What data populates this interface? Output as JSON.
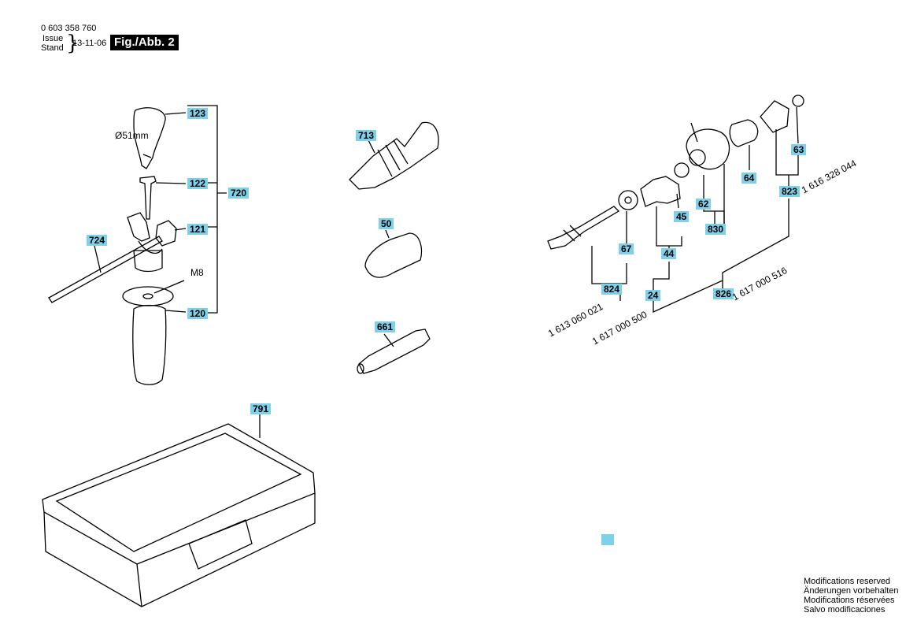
{
  "header": {
    "part_number": "0 603 358 760",
    "issue_label": "Issue",
    "stand_label": "Stand",
    "date": "13-11-06",
    "figure": "Fig./Abb. 2"
  },
  "callouts": {
    "c123": "123",
    "c122": "122",
    "c121": "121",
    "c120": "120",
    "c720": "720",
    "c724": "724",
    "c713": "713",
    "c50": "50",
    "c661": "661",
    "c791": "791",
    "c63": "63",
    "c823": "823",
    "c64": "64",
    "c62": "62",
    "c830": "830",
    "c45": "45",
    "c44": "44",
    "c67": "67",
    "c824": "824",
    "c24": "24",
    "c826": "826"
  },
  "annotations": {
    "diameter": "Ø51mm",
    "thread": "M8"
  },
  "part_numbers": {
    "pn_823": "1 616 328 044",
    "pn_824": "1 613 060 021",
    "pn_24": "1 617 000 500",
    "pn_826": "1 617 000 516"
  },
  "footer": {
    "line1": "Modifications reserved",
    "line2": "Änderungen vorbehalten",
    "line3": "Modifications réservées",
    "line4": "Salvo modificaciones"
  },
  "colors": {
    "callout_bg": "#7fd1ea",
    "figure_bg": "#000000"
  }
}
